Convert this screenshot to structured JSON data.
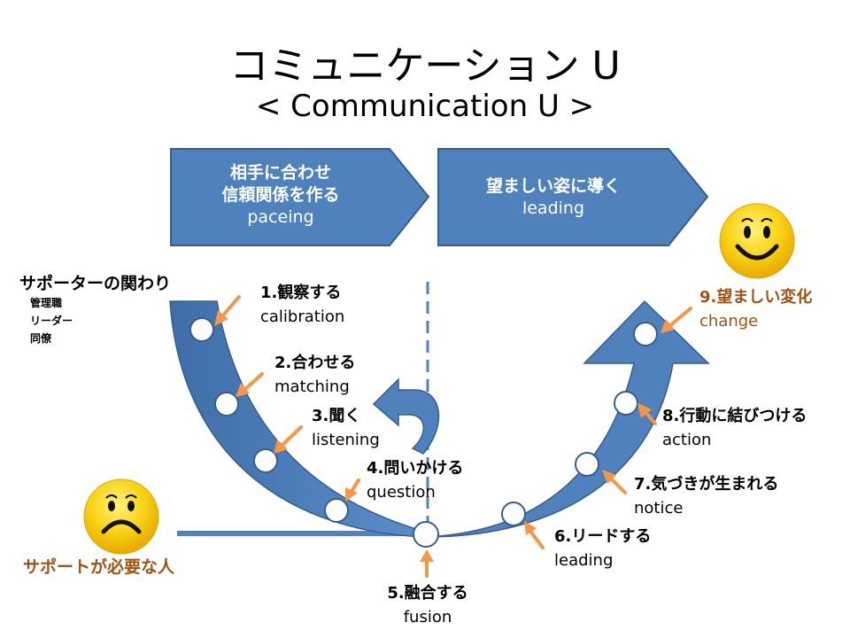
{
  "title": "コミュニケーション U",
  "subtitle": "< Communication U >",
  "phases": [
    {
      "line1": "相手に合わせ",
      "line2": "信頼関係を作る",
      "en": "paceing"
    },
    {
      "line1": "望ましい姿に導く",
      "en": "leading"
    }
  ],
  "supporter": {
    "heading": "サポーターの関わり",
    "roles": [
      "管理職",
      "リーダー",
      "同僚"
    ]
  },
  "person_in_need": "サポートが必要な人",
  "steps": [
    {
      "jp": "1.観察する",
      "en": "calibration"
    },
    {
      "jp": "2.合わせる",
      "en": "matching"
    },
    {
      "jp": "3.聞く",
      "en": "listening"
    },
    {
      "jp": "4.問いかける",
      "en": "question"
    },
    {
      "jp": "5.融合する",
      "en": "fusion"
    },
    {
      "jp": "6.リードする",
      "en": "leading"
    },
    {
      "jp": "7.気づきが生まれる",
      "en": "notice"
    },
    {
      "jp": "8.行動に結びつける",
      "en": "action"
    },
    {
      "jp": "9.望ましい変化",
      "en": "change"
    }
  ],
  "colors": {
    "shape_blue": "#4f81bd",
    "shape_border": "#385d8a",
    "arrow_orange": "#f79646",
    "label_brown": "#a0520f",
    "face_yellow": "#f9d316"
  }
}
